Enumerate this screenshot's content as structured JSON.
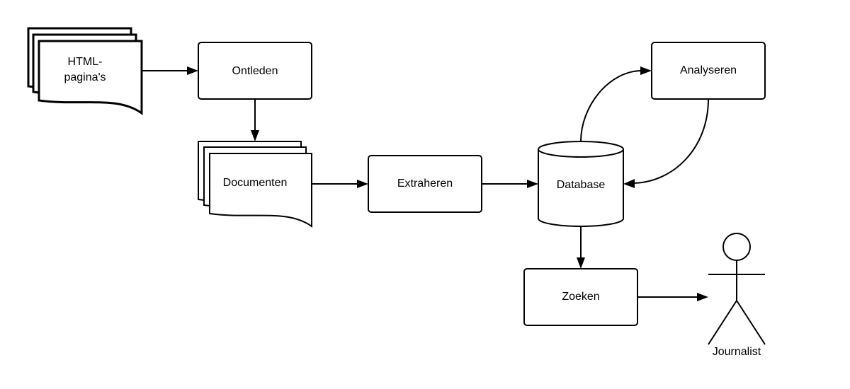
{
  "nodes": {
    "html_pages": {
      "label_line1": "HTML-",
      "label_line2": "pagina's"
    },
    "parse": {
      "label": "Ontleden"
    },
    "documents": {
      "label": "Documenten"
    },
    "extract": {
      "label": "Extraheren"
    },
    "database": {
      "label": "Database"
    },
    "analyze": {
      "label": "Analyseren"
    },
    "search": {
      "label": "Zoeken"
    },
    "journalist": {
      "label": "Journalist"
    }
  },
  "edges": [
    {
      "from": "html_pages",
      "to": "parse"
    },
    {
      "from": "parse",
      "to": "documents"
    },
    {
      "from": "documents",
      "to": "extract"
    },
    {
      "from": "extract",
      "to": "database"
    },
    {
      "from": "database",
      "to": "analyze"
    },
    {
      "from": "analyze",
      "to": "database"
    },
    {
      "from": "database",
      "to": "search"
    },
    {
      "from": "search",
      "to": "journalist"
    }
  ],
  "colors": {
    "stroke": "#000000",
    "fill": "#ffffff"
  }
}
